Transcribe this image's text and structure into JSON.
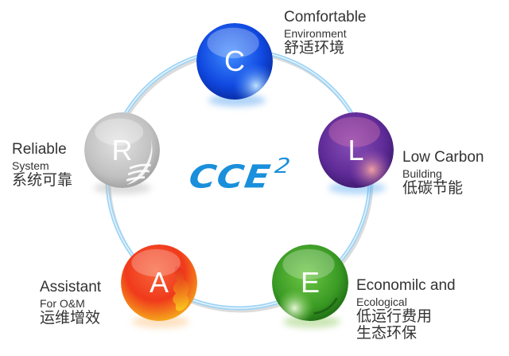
{
  "diagram": {
    "center_logo": {
      "text": "CCE",
      "superscript": "2",
      "color": "#1a8fdb"
    },
    "ring_color": "#9fd4f5",
    "nodes": [
      {
        "letter": "C",
        "title": "Comfortable",
        "subtitle": "Environment",
        "chinese": [
          "舒适环境"
        ],
        "color": "#1565e8"
      },
      {
        "letter": "L",
        "title": "Low Carbon",
        "subtitle": "Building",
        "chinese": [
          "低碳节能"
        ],
        "color": "#6a2a9c"
      },
      {
        "letter": "E",
        "title": "Economilc and",
        "subtitle": "Ecological",
        "chinese": [
          "低运行费用",
          "生态环保"
        ],
        "color": "#3ea82a"
      },
      {
        "letter": "A",
        "title": "Assistant",
        "subtitle": "For O&M",
        "chinese": [
          "运维增效"
        ],
        "color": "#f04a1c"
      },
      {
        "letter": "R",
        "title": "Reliable",
        "subtitle": "System",
        "chinese": [
          "系统可靠"
        ],
        "color": "#c8c8c8"
      }
    ]
  }
}
